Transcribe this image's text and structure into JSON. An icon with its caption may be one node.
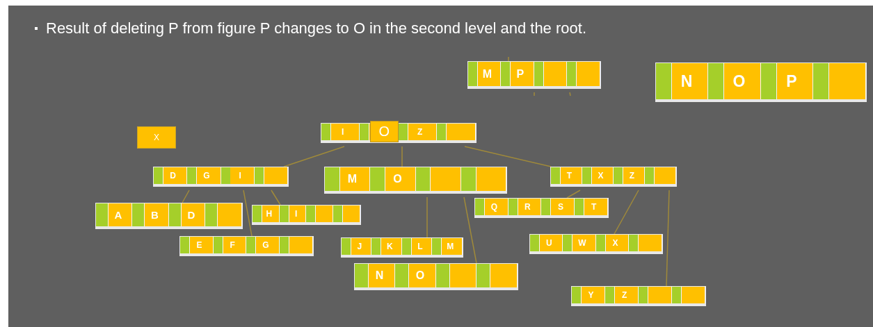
{
  "diagram": {
    "title": "Result of deleting P from figure P changes to O in the second level and the root.",
    "nodes": [
      {
        "text": [
          "M",
          "P"
        ]
      },
      {
        "text": [
          "N",
          "O",
          "P"
        ]
      },
      {
        "text": [
          "X"
        ]
      },
      {
        "text": [
          "I",
          "O",
          "Z"
        ]
      },
      {
        "text": [
          "D",
          "G",
          "I"
        ]
      },
      {
        "text": [
          "M",
          "O"
        ]
      },
      {
        "text": [
          "T",
          "X",
          "Z"
        ]
      },
      {
        "text": [
          "A",
          "B",
          "D"
        ]
      },
      {
        "text": [
          "H",
          "I"
        ]
      },
      {
        "text": [
          "Q",
          "R",
          "S",
          "T"
        ]
      },
      {
        "text": [
          "E",
          "F",
          "G"
        ]
      },
      {
        "text": [
          "J",
          "K",
          "L",
          "M"
        ]
      },
      {
        "text": [
          "U",
          "W",
          "X"
        ]
      },
      {
        "text": [
          "N",
          "O"
        ]
      },
      {
        "text": [
          "Y",
          "Z"
        ]
      }
    ],
    "edges": [
      {
        "from": 3,
        "to": 4,
        "arrow": "none"
      },
      {
        "from": 3,
        "to": 5,
        "arrow": "none"
      },
      {
        "from": 3,
        "to": 6,
        "arrow": "none"
      },
      {
        "from": 4,
        "to": 7,
        "arrow": "none"
      },
      {
        "from": 4,
        "to": 10,
        "arrow": "none"
      },
      {
        "from": 4,
        "to": 8,
        "arrow": "none"
      },
      {
        "from": 5,
        "to": 11,
        "arrow": "none"
      },
      {
        "from": 5,
        "to": 13,
        "arrow": "none"
      },
      {
        "from": 6,
        "to": 9,
        "arrow": "none"
      },
      {
        "from": 6,
        "to": 12,
        "arrow": "none"
      },
      {
        "from": 6,
        "to": 14,
        "arrow": "none"
      }
    ]
  }
}
